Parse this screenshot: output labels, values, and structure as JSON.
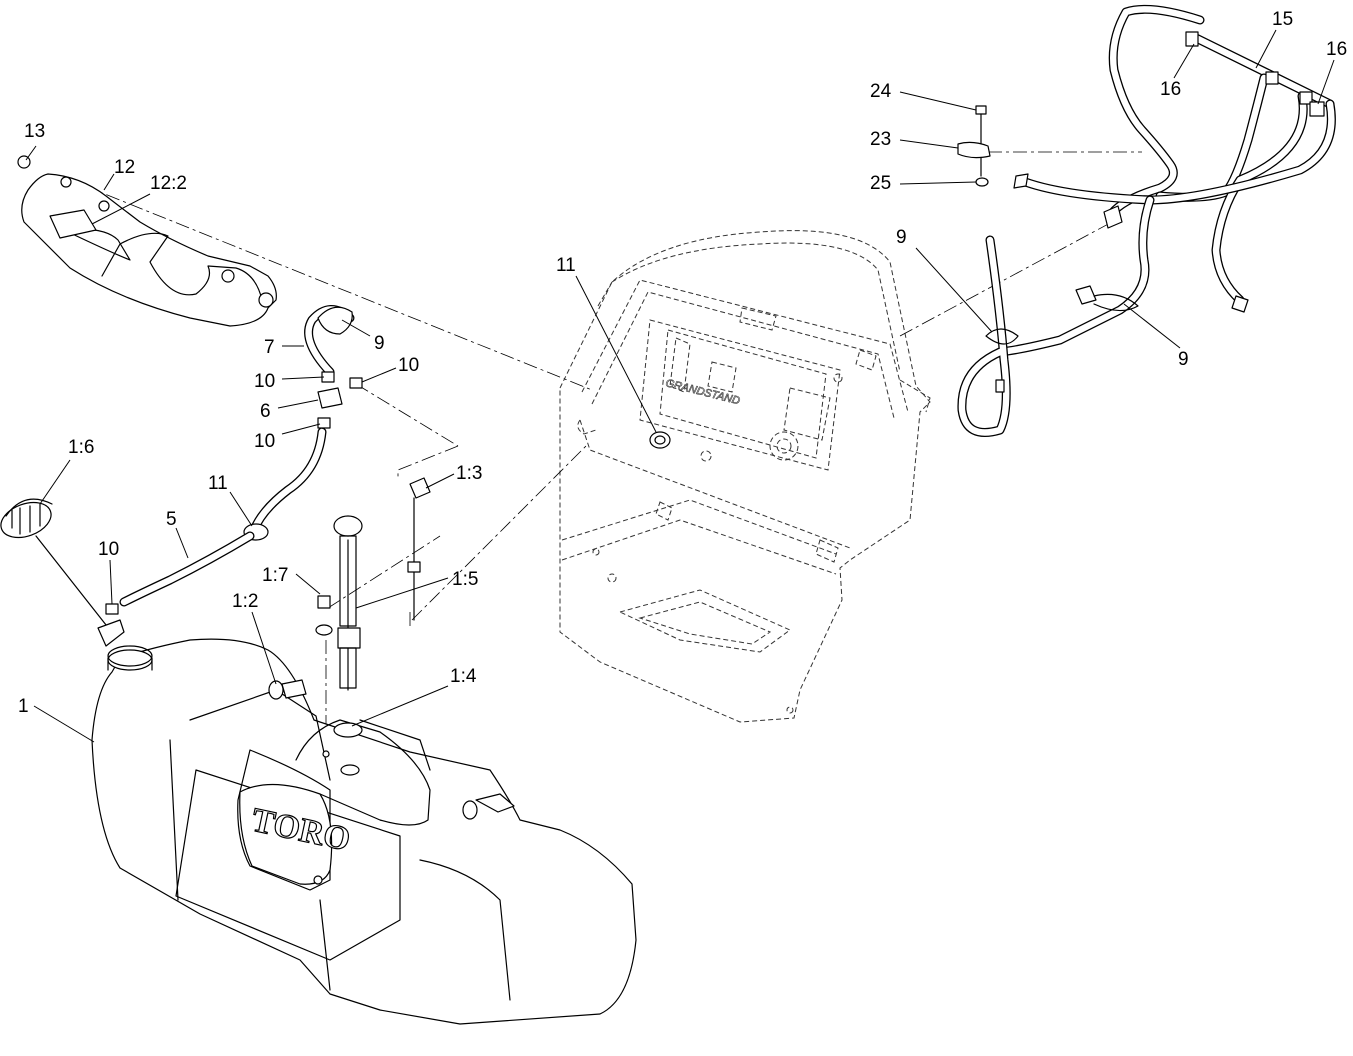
{
  "diagram": {
    "brand_logo": "TORO",
    "frame_logo": "GRANDSTAND",
    "callouts": [
      {
        "id": "c13",
        "label": "13"
      },
      {
        "id": "c12",
        "label": "12"
      },
      {
        "id": "c12-2",
        "label": "12:2"
      },
      {
        "id": "c7",
        "label": "7"
      },
      {
        "id": "c9-a",
        "label": "9"
      },
      {
        "id": "c10-a",
        "label": "10"
      },
      {
        "id": "c10-b",
        "label": "10"
      },
      {
        "id": "c6",
        "label": "6"
      },
      {
        "id": "c10-c",
        "label": "10"
      },
      {
        "id": "c1-6",
        "label": "1:6"
      },
      {
        "id": "c11-a",
        "label": "11"
      },
      {
        "id": "c5",
        "label": "5"
      },
      {
        "id": "c10-d",
        "label": "10"
      },
      {
        "id": "c1-3",
        "label": "1:3"
      },
      {
        "id": "c1-7",
        "label": "1:7"
      },
      {
        "id": "c1-5",
        "label": "1:5"
      },
      {
        "id": "c1-2",
        "label": "1:2"
      },
      {
        "id": "c1-4",
        "label": "1:4"
      },
      {
        "id": "c1",
        "label": "1"
      },
      {
        "id": "c11-b",
        "label": "11"
      },
      {
        "id": "c9-b",
        "label": "9"
      },
      {
        "id": "c9-c",
        "label": "9"
      },
      {
        "id": "c24",
        "label": "24"
      },
      {
        "id": "c23",
        "label": "23"
      },
      {
        "id": "c25",
        "label": "25"
      },
      {
        "id": "c15",
        "label": "15"
      },
      {
        "id": "c16-a",
        "label": "16"
      },
      {
        "id": "c16-b",
        "label": "16"
      }
    ]
  }
}
